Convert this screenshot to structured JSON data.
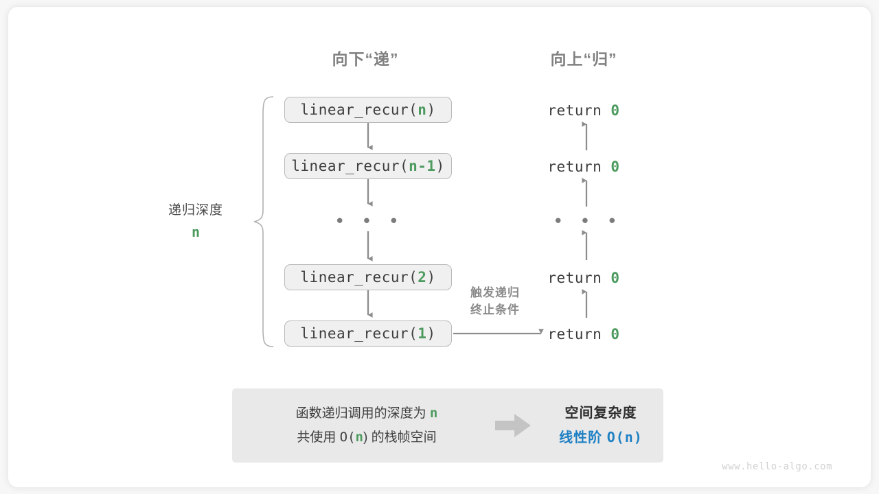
{
  "watermark": "www.hello-algo.com",
  "colors": {
    "accent_green": "#4c9a5e",
    "accent_blue": "#1f80c4",
    "box_fill": "#f0f0f0",
    "box_border": "#b9b9b9",
    "line_gray": "#8c8c8c",
    "panel_fill": "#e9e9e9",
    "header_gray": "#808080"
  },
  "headers": {
    "down": "向下“递”",
    "up": "向上“归”"
  },
  "depth": {
    "label": "递归深度",
    "value": "n"
  },
  "calls": [
    {
      "prefix": "linear_recur(",
      "arg": "n",
      "suffix": ")"
    },
    {
      "prefix": "linear_recur(",
      "arg": "n-1",
      "suffix": ")"
    },
    {
      "prefix": "linear_recur(",
      "arg": "2",
      "suffix": ")"
    },
    {
      "prefix": "linear_recur(",
      "arg": "1",
      "suffix": ")"
    }
  ],
  "ellipsis": "• • •",
  "returns": [
    {
      "keyword": "return",
      "value": "0"
    },
    {
      "keyword": "return",
      "value": "0"
    },
    {
      "keyword": "return",
      "value": "0"
    },
    {
      "keyword": "return",
      "value": "0"
    }
  ],
  "trigger_note": {
    "line1": "触发递归",
    "line2": "终止条件"
  },
  "summary": {
    "left_line1_pre": "函数递归调用的深度为 ",
    "left_line1_var": "n",
    "left_line2_pre": "共使用 ",
    "left_line2_fn": "O(",
    "left_line2_var": "n",
    "left_line2_post": ") 的栈帧空间",
    "arrow_icon": "block-arrow-right-icon",
    "right_title": "空间复杂度",
    "right_result_pre": "线性阶 ",
    "right_result_mono": "O(n)"
  }
}
